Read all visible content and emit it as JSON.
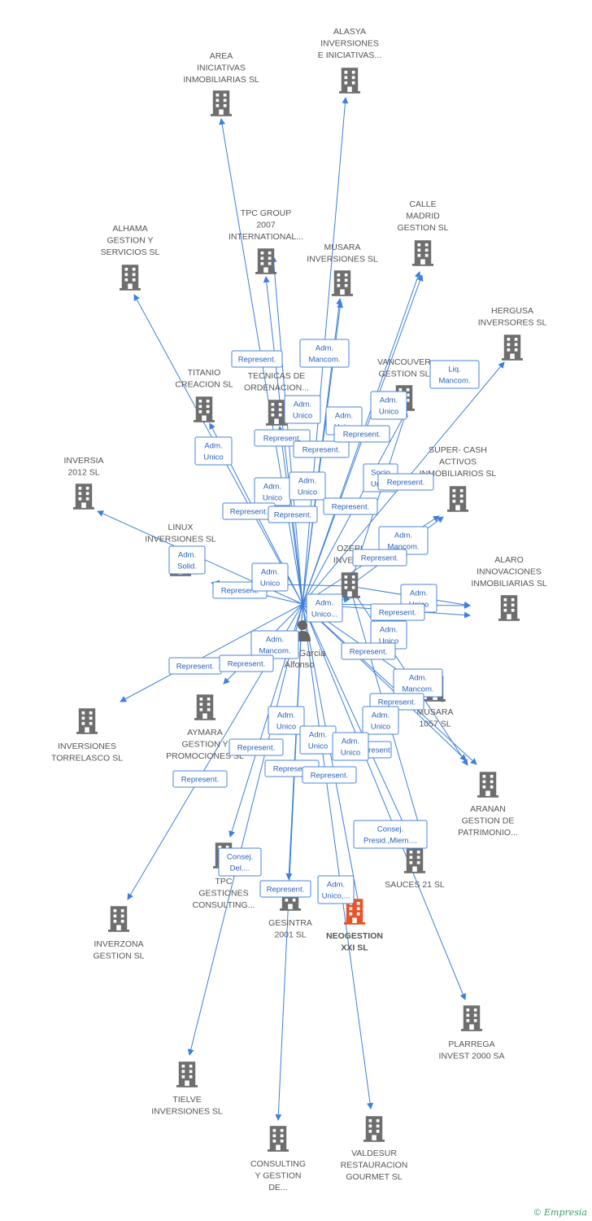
{
  "center": {
    "name_lines": [
      "Garcia",
      "Alfonso"
    ]
  },
  "companies": [
    {
      "id": "area",
      "lines": [
        "AREA",
        "INICIATIVAS",
        "INMOBILIARIAS SL"
      ]
    },
    {
      "id": "alasya",
      "lines": [
        "ALASYA",
        "INVERSIONES",
        "E INICIATIVAS..."
      ]
    },
    {
      "id": "calle",
      "lines": [
        "CALLE",
        "MADRID",
        "GESTION SL"
      ]
    },
    {
      "id": "tpcgroup",
      "lines": [
        "TPC GROUP",
        "2007",
        "INTERNATIONAL..."
      ]
    },
    {
      "id": "alhama",
      "lines": [
        "ALHAMA",
        "GESTION Y",
        "SERVICIOS SL"
      ]
    },
    {
      "id": "musara",
      "lines": [
        "MUSARA",
        "INVERSIONES SL"
      ]
    },
    {
      "id": "hergusa",
      "lines": [
        "HERGUSA",
        "INVERSORES SL"
      ]
    },
    {
      "id": "titanio",
      "lines": [
        "TITANIO",
        "CREACION SL"
      ]
    },
    {
      "id": "tecnicas",
      "lines": [
        "TECNICAS DE",
        "ORDENACION..."
      ]
    },
    {
      "id": "vancouver",
      "lines": [
        "VANCOUVER",
        "GESTION SL"
      ]
    },
    {
      "id": "super",
      "lines": [
        "SUPER- CASH",
        "ACTIVOS",
        "INMOBILIARIOS SL"
      ]
    },
    {
      "id": "inversia",
      "lines": [
        "INVERSIA",
        "2012 SL"
      ]
    },
    {
      "id": "linux",
      "lines": [
        "LINUX",
        "INVERSIONES SL"
      ]
    },
    {
      "id": "ozepi",
      "lines": [
        "OZEPI",
        "INVES..."
      ]
    },
    {
      "id": "alaro",
      "lines": [
        "ALARO",
        "INNOVACIONES",
        "INMOBILIARIAS SL"
      ]
    },
    {
      "id": "musara1057",
      "lines": [
        "MUSARA",
        "1057 SL"
      ]
    },
    {
      "id": "torrelasco",
      "lines": [
        "INVERSIONES",
        "TORRELASCO SL"
      ]
    },
    {
      "id": "aymara",
      "lines": [
        "AYMARA",
        "GESTION Y",
        "PROMOCIONES SL"
      ]
    },
    {
      "id": "aranan",
      "lines": [
        "ARANAN",
        "GESTION DE",
        "PATRIMONIO..."
      ]
    },
    {
      "id": "sauces",
      "lines": [
        "SAUCES 21 SL"
      ]
    },
    {
      "id": "tpcgestiones",
      "lines": [
        "TPC",
        "GESTIONES",
        "CONSULTING..."
      ]
    },
    {
      "id": "gesintra",
      "lines": [
        "GESINTRA",
        "2001 SL"
      ]
    },
    {
      "id": "neogestion",
      "lines": [
        "NEOGESTION",
        "XXI SL"
      ],
      "highlight": true
    },
    {
      "id": "inverzona",
      "lines": [
        "INVERZONA",
        "GESTION SL"
      ]
    },
    {
      "id": "plarrega",
      "lines": [
        "PLARREGA",
        "INVEST 2000 SA"
      ]
    },
    {
      "id": "tielve",
      "lines": [
        "TIELVE",
        "INVERSIONES SL"
      ]
    },
    {
      "id": "consulting",
      "lines": [
        "CONSULTING",
        "Y GESTION",
        "DE..."
      ]
    },
    {
      "id": "valdesur",
      "lines": [
        "VALDESUR",
        "RESTAURACION",
        "GOURMET SL"
      ]
    }
  ],
  "roles": [
    {
      "lines": [
        "Represent."
      ]
    },
    {
      "lines": [
        "Adm.",
        "Mancom."
      ]
    },
    {
      "lines": [
        "Liq.",
        "Mancom."
      ]
    },
    {
      "lines": [
        "Adm.",
        "Unico"
      ]
    },
    {
      "lines": [
        "Adm.",
        "Unico"
      ]
    },
    {
      "lines": [
        "Adm.",
        "Unico"
      ]
    },
    {
      "lines": [
        "Adm.",
        "Unico"
      ]
    },
    {
      "lines": [
        "Represent."
      ]
    },
    {
      "lines": [
        "Represent."
      ]
    },
    {
      "lines": [
        "Represent."
      ]
    },
    {
      "lines": [
        "Adm.",
        "Unico"
      ]
    },
    {
      "lines": [
        "Adm.",
        "Unico"
      ]
    },
    {
      "lines": [
        "Represent."
      ]
    },
    {
      "lines": [
        "Represent."
      ]
    },
    {
      "lines": [
        "Represent."
      ]
    },
    {
      "lines": [
        "Socio",
        "Unico"
      ]
    },
    {
      "lines": [
        "Represent."
      ]
    },
    {
      "lines": [
        "Adm.",
        "Mancom."
      ]
    },
    {
      "lines": [
        "Adm.",
        "Solid."
      ]
    },
    {
      "lines": [
        "Represent."
      ]
    },
    {
      "lines": [
        "Adm.",
        "Unico"
      ]
    },
    {
      "lines": [
        "Represent."
      ]
    },
    {
      "lines": [
        "Adm.",
        "Unico"
      ]
    },
    {
      "lines": [
        "Adm.",
        "Unico..."
      ]
    },
    {
      "lines": [
        "Represent."
      ]
    },
    {
      "lines": [
        "Adm.",
        "Unico"
      ]
    },
    {
      "lines": [
        "Adm.",
        "Mancom."
      ]
    },
    {
      "lines": [
        "Represent."
      ]
    },
    {
      "lines": [
        "Represent."
      ]
    },
    {
      "lines": [
        "Represent."
      ]
    },
    {
      "lines": [
        "Adm.",
        "Mancom."
      ]
    },
    {
      "lines": [
        "Represent."
      ]
    },
    {
      "lines": [
        "Adm.",
        "Unico"
      ]
    },
    {
      "lines": [
        "Adm.",
        "Unico"
      ]
    },
    {
      "lines": [
        "Represent."
      ]
    },
    {
      "lines": [
        "Represent."
      ]
    },
    {
      "lines": [
        "Adm.",
        "Unico"
      ]
    },
    {
      "lines": [
        "Adm.",
        "Unico"
      ]
    },
    {
      "lines": [
        "Represent."
      ]
    },
    {
      "lines": [
        "Represent."
      ]
    },
    {
      "lines": [
        "Represent."
      ]
    },
    {
      "lines": [
        "Consej.",
        "Presid.,Miem...."
      ]
    },
    {
      "lines": [
        "Consej.",
        "Del...."
      ]
    },
    {
      "lines": [
        "Represent."
      ]
    },
    {
      "lines": [
        "Adm.",
        "Unico,..."
      ]
    }
  ],
  "footer": {
    "copyright": "©",
    "brand": "Empresia"
  }
}
